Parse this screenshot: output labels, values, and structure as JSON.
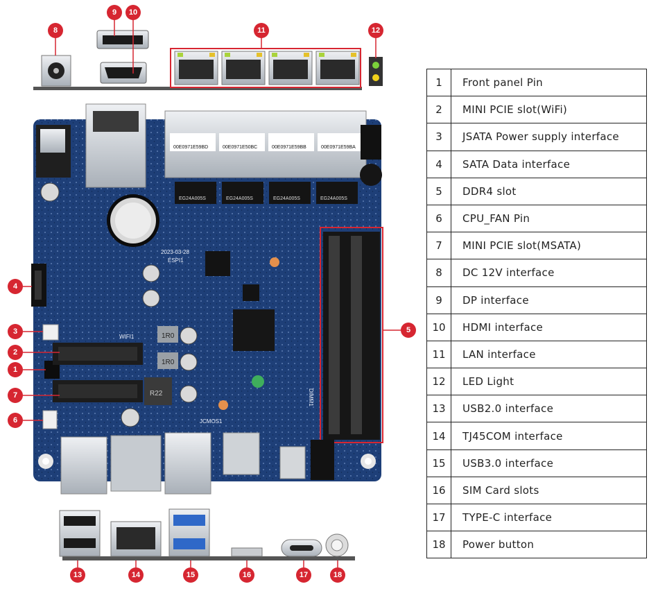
{
  "callouts": [
    "1",
    "2",
    "3",
    "4",
    "5",
    "6",
    "7",
    "8",
    "9",
    "10",
    "11",
    "12",
    "13",
    "14",
    "15",
    "16",
    "17",
    "18"
  ],
  "board_markings": {
    "mac_labels": [
      "00E0971E59BD",
      "00E0971E50BC",
      "00E0971E59BB",
      "00E0971E59BA"
    ],
    "transformer_labels": [
      "EG24A005S",
      "EG24A005S",
      "EG24A005S",
      "EG24A005S"
    ],
    "date_code": "2023-03-28",
    "wifi_label": "WIFI1",
    "jcmos_label": "JCMOS1",
    "dimm_label": "DIMM1",
    "espi_label": "ESPI1",
    "inductor_labels": [
      "1R0",
      "1R0",
      "R22"
    ]
  },
  "legend": [
    {
      "num": "1",
      "label": "Front panel Pin"
    },
    {
      "num": "2",
      "label": "MINI PCIE slot(WiFi)"
    },
    {
      "num": "3",
      "label": "JSATA Power supply interface"
    },
    {
      "num": "4",
      "label": "SATA Data interface"
    },
    {
      "num": "5",
      "label": "DDR4 slot"
    },
    {
      "num": "6",
      "label": "CPU_FAN Pin"
    },
    {
      "num": "7",
      "label": "MINI PCIE slot(MSATA)"
    },
    {
      "num": "8",
      "label": "DC 12V interface"
    },
    {
      "num": "9",
      "label": "DP interface"
    },
    {
      "num": "10",
      "label": "HDMI interface"
    },
    {
      "num": "11",
      "label": "LAN interface"
    },
    {
      "num": "12",
      "label": "LED Light"
    },
    {
      "num": "13",
      "label": "USB2.0 interface"
    },
    {
      "num": "14",
      "label": "TJ45COM interface"
    },
    {
      "num": "15",
      "label": "USB3.0 interface"
    },
    {
      "num": "16",
      "label": "SIM Card slots"
    },
    {
      "num": "17",
      "label": "TYPE-C interface"
    },
    {
      "num": "18",
      "label": "Power button"
    }
  ],
  "colors": {
    "callout": "#d62631",
    "board": "#1e3f78",
    "slot": "#1c1c1c",
    "port": "#c7ccd2"
  }
}
